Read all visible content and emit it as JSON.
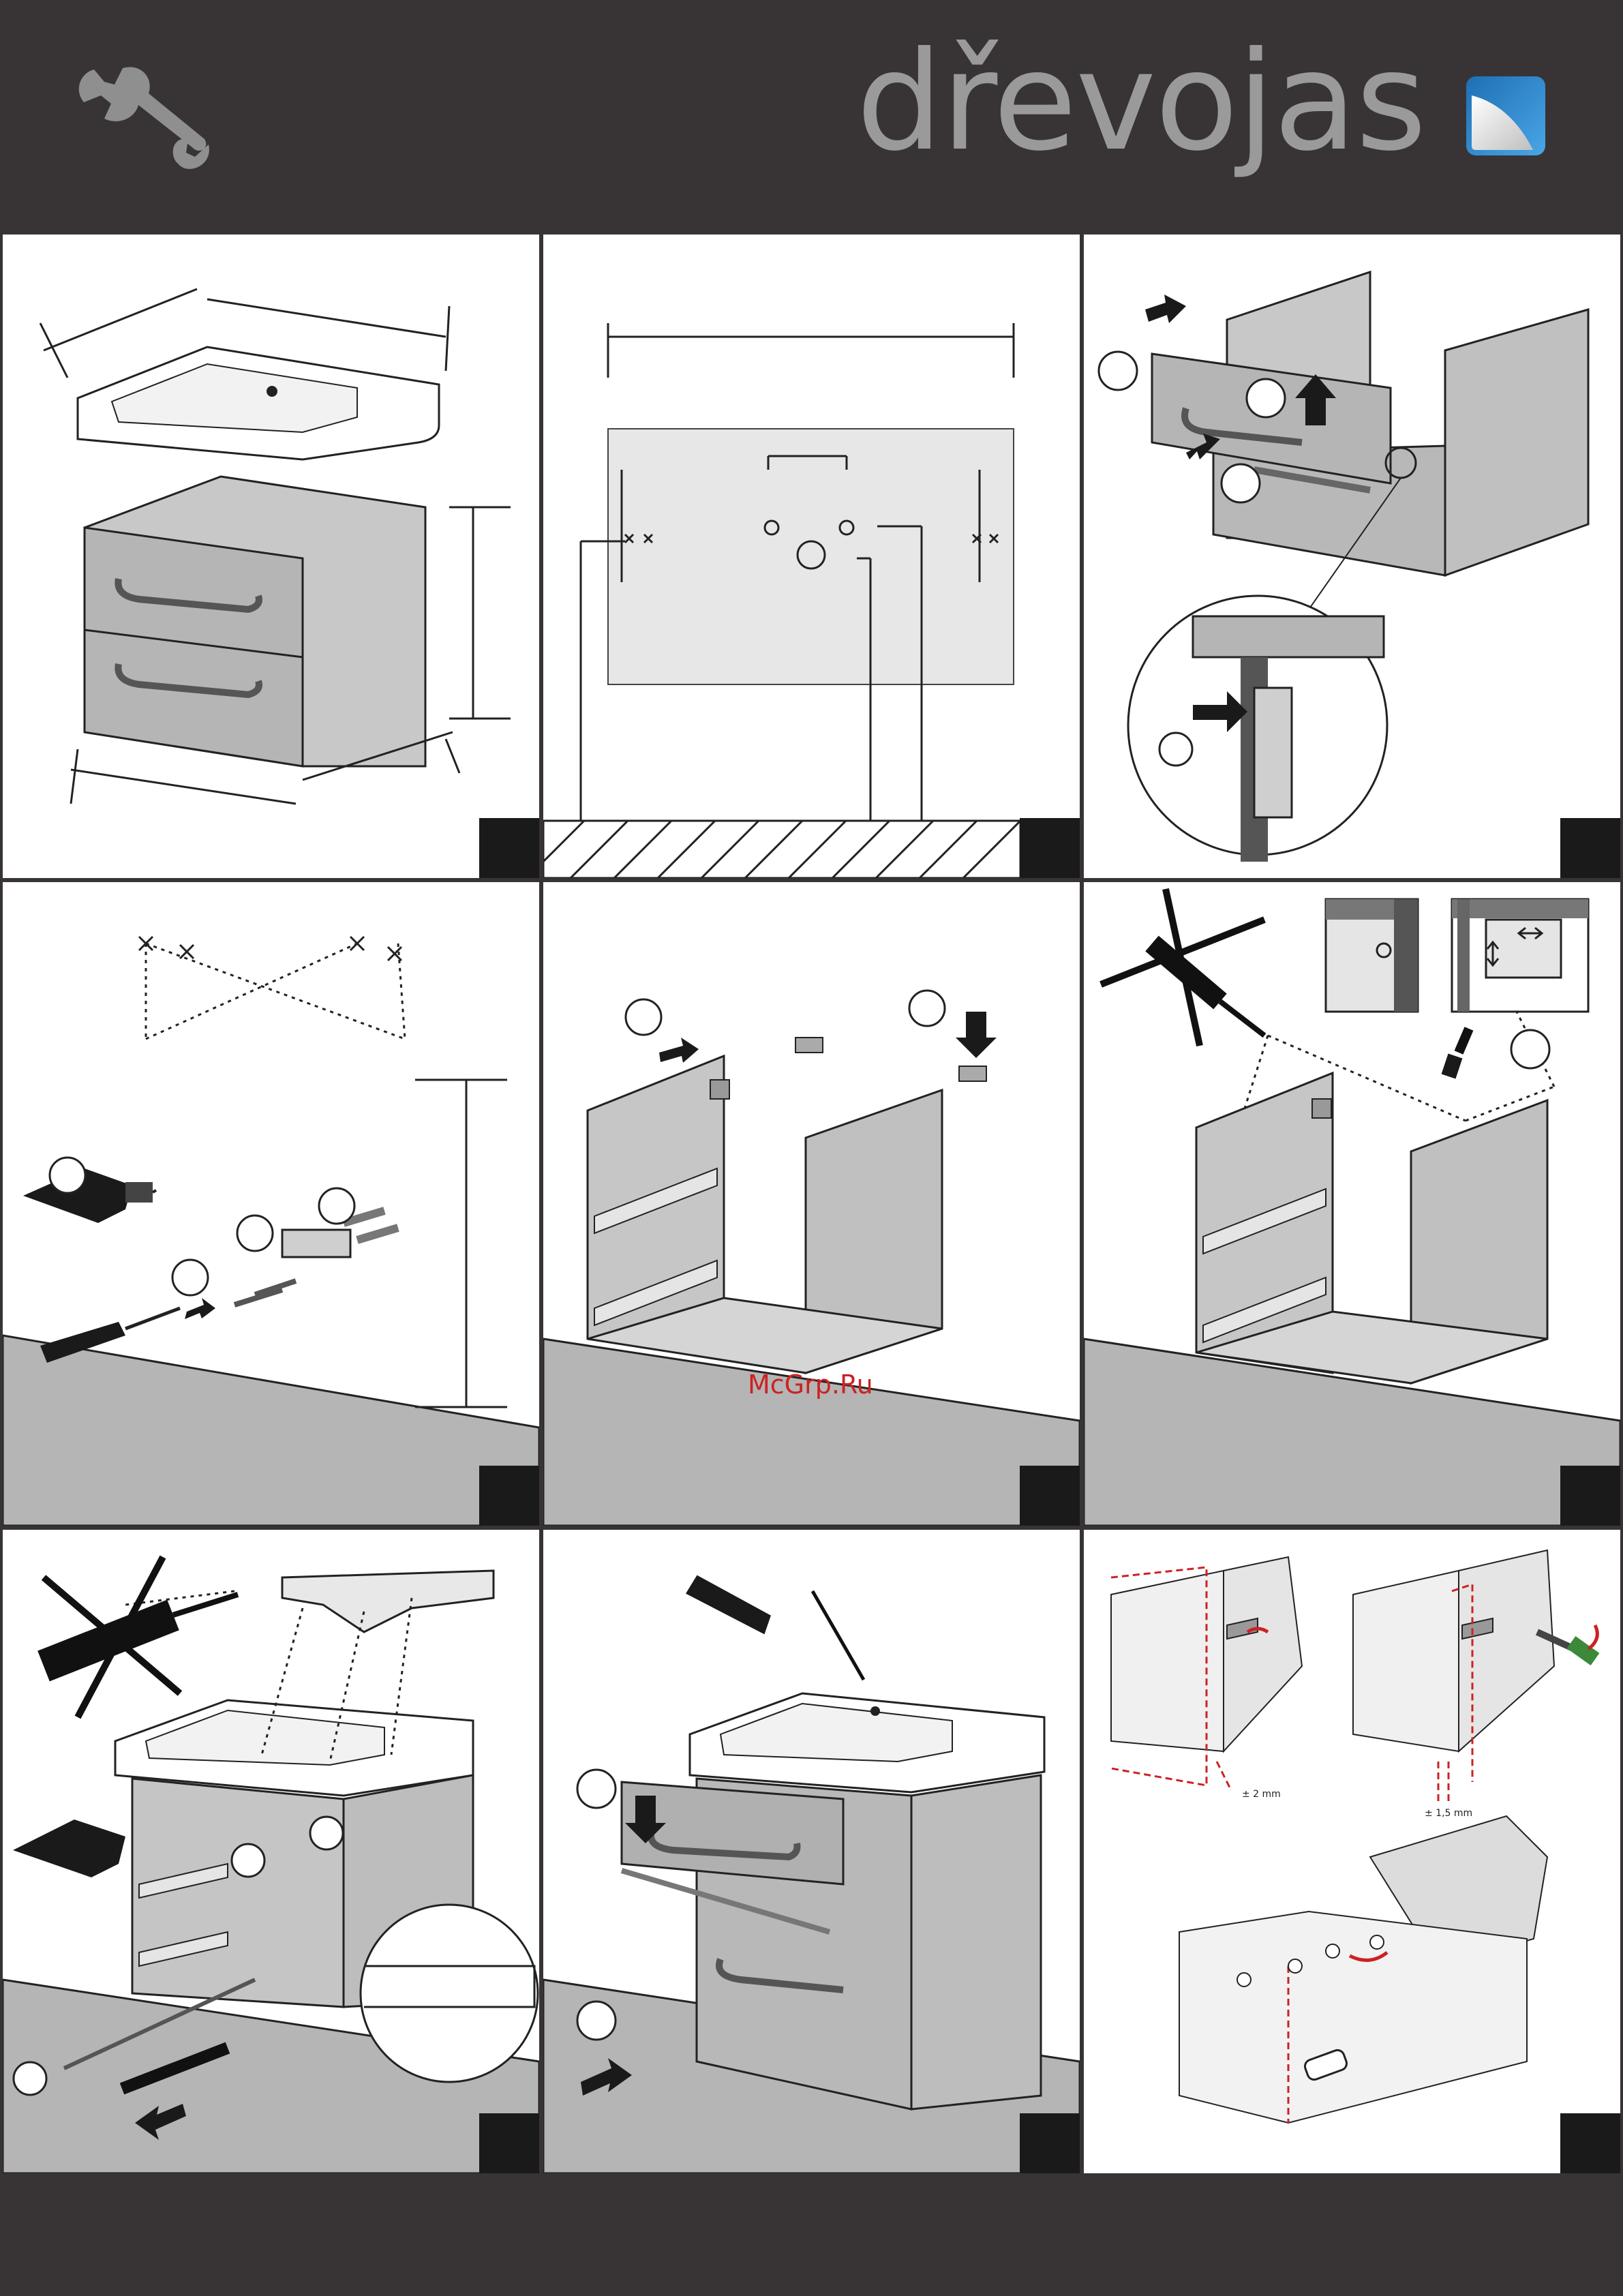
{
  "header": {
    "brand": "dřevojas",
    "brand_color": "#9a9a9a",
    "accent_color": "#2a7fc0"
  },
  "watermark": "McGrp.Ru",
  "panels": [
    {
      "id": "dimensions-overview"
    },
    {
      "id": "wall-drilling-template"
    },
    {
      "id": "drawer-removal"
    },
    {
      "id": "wall-anchor-drilling"
    },
    {
      "id": "cabinet-hangers"
    },
    {
      "id": "hanger-adjustment"
    },
    {
      "id": "basin-fixing"
    },
    {
      "id": "basin-sealing-and-drawers"
    },
    {
      "id": "drawer-front-adjustment"
    }
  ],
  "adjust_labels": [
    "± 2 mm",
    "± 1,5 mm"
  ]
}
